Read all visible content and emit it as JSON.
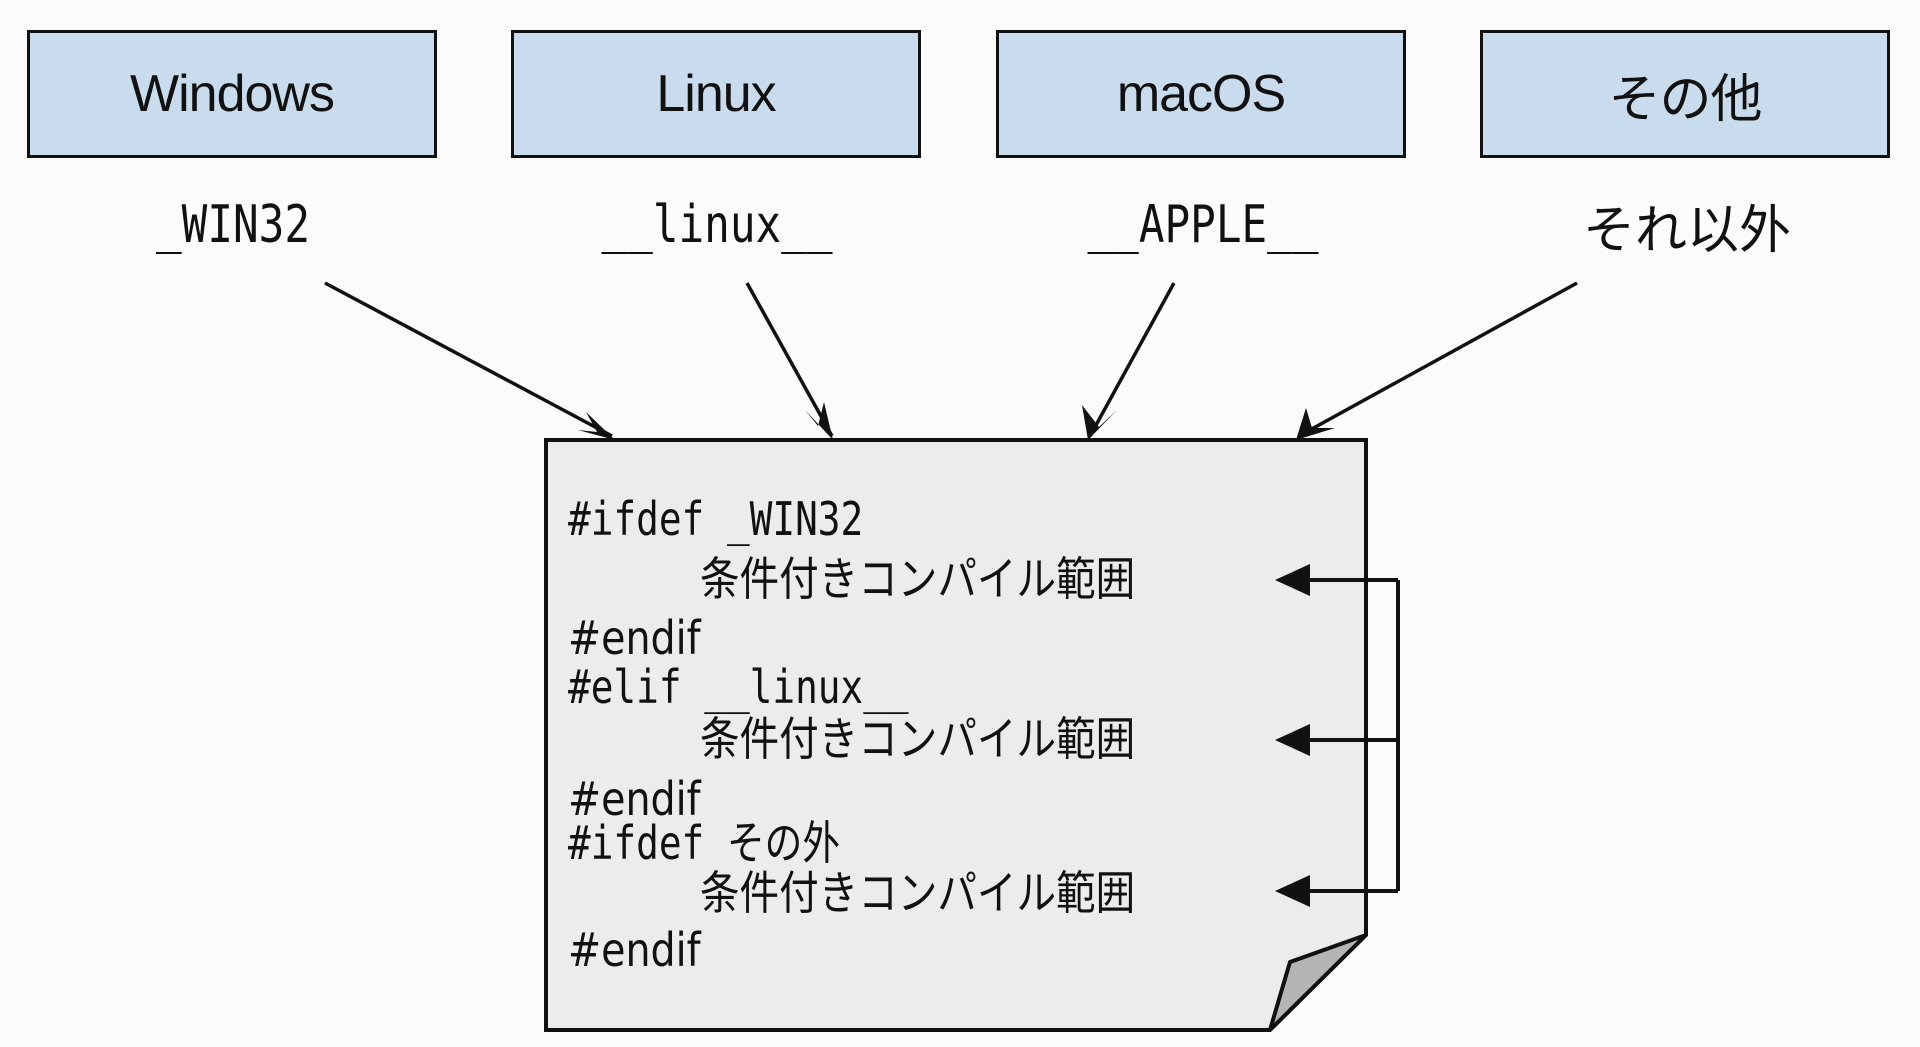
{
  "platforms": [
    {
      "name": "Windows",
      "macro": "_WIN32"
    },
    {
      "name": "Linux",
      "macro": "__linux__"
    },
    {
      "name": "macOS",
      "macro": "__APPLE__"
    },
    {
      "name": "その他",
      "macro": "それ以外"
    }
  ],
  "code_block": {
    "lines": [
      {
        "text": "#ifdef _WIN32",
        "kind": "directive"
      },
      {
        "text": "条件付きコンパイル範囲",
        "kind": "body"
      },
      {
        "text": "#endif",
        "kind": "directive"
      },
      {
        "text": "#elif __linux__",
        "kind": "directive"
      },
      {
        "text": "条件付きコンパイル範囲",
        "kind": "body"
      },
      {
        "text": "#endif",
        "kind": "directive"
      },
      {
        "text": "#ifdef その外",
        "kind": "directive"
      },
      {
        "text": "条件付きコンパイル範囲",
        "kind": "body"
      },
      {
        "text": "#endif",
        "kind": "directive"
      }
    ]
  },
  "colors": {
    "box_fill": "#c9dced",
    "document_fill": "#ececec",
    "fold_fill": "#b5b5b5",
    "stroke": "#111111",
    "background": "#fbfbfa"
  }
}
